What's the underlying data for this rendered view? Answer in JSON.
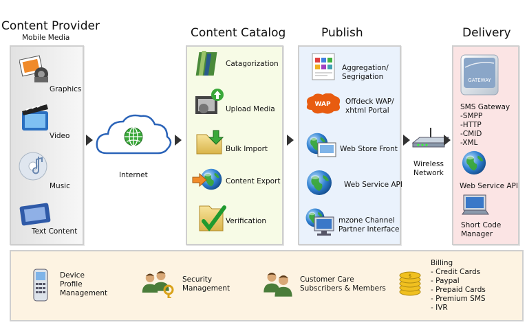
{
  "columns": {
    "content_provider": {
      "title": "Content Provider",
      "subtitle": "Mobile Media",
      "items": [
        "Graphics",
        "Video",
        "Music",
        "Text Content"
      ]
    },
    "content_catalog": {
      "title": "Content Catalog",
      "items": [
        "Catagorization",
        "Upload Media",
        "Bulk Import",
        "Content Export",
        "Verification"
      ]
    },
    "publish": {
      "title": "Publish",
      "items": [
        [
          "Aggregation/",
          "Segrigation"
        ],
        [
          "Offdeck WAP/",
          "xhtml Portal"
        ],
        [
          "Web Store Front"
        ],
        [
          "Web Service API"
        ],
        [
          "mzone Channel",
          "Partner Interface"
        ]
      ]
    },
    "delivery": {
      "title": "Delivery",
      "gateway_badge": "GATEWAY",
      "sms_lines": [
        "SMS Gateway",
        "-SMPP",
        "-HTTP",
        "-CMID",
        "-XML"
      ],
      "items": [
        [
          "Web Service API"
        ],
        [
          "Short Code",
          "Manager"
        ]
      ]
    }
  },
  "connectors": {
    "internet": "Internet",
    "wireless_network": [
      "Wireless",
      "Network"
    ],
    "wap_badge": "WAP"
  },
  "bottom_bar": {
    "device": [
      "Device",
      "Profile",
      "Management"
    ],
    "security": [
      "Security",
      "Management"
    ],
    "customer_care": [
      "Customer Care",
      "Subscribers & Members"
    ],
    "billing_title": "Billing",
    "billing_items": [
      "- Credit Cards",
      "- Paypal",
      "- Prepaid Cards",
      "- Premium SMS",
      "- IVR"
    ]
  },
  "colors": {
    "provider_panel": "#ececec",
    "catalog_panel": "#f7fbe6",
    "publish_panel": "#eaf2fc",
    "delivery_panel": "#fbe4e4",
    "bottom_panel": "#fdf3e2",
    "globe_blue": "#2f7fd0",
    "globe_green": "#3aa83a"
  }
}
